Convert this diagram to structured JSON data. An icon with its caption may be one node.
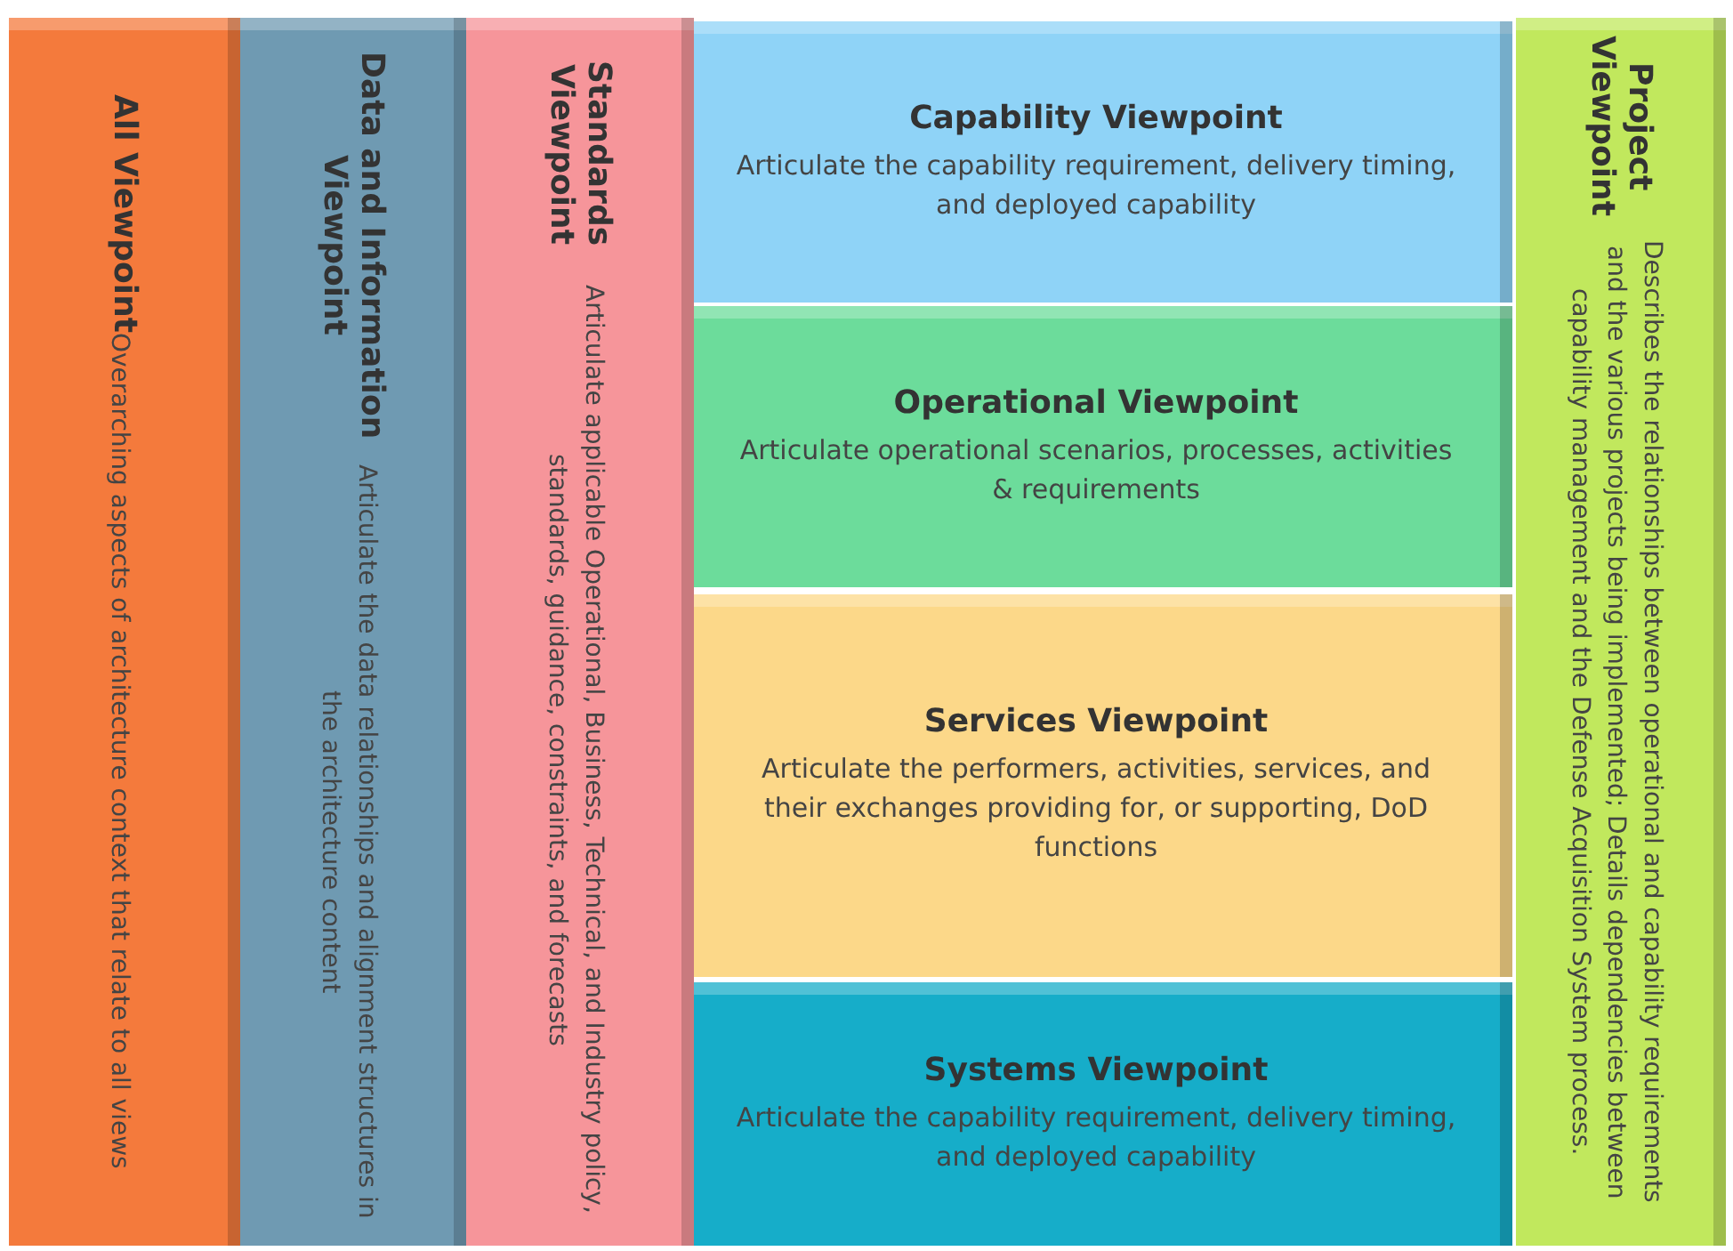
{
  "diagram": {
    "nodes": [
      {
        "text": [
          "All Viewpoint",
          "Overarching aspects of architecture context that relate to all views"
        ]
      },
      {
        "text": [
          "Data and Information Viewpoint",
          "Articulate the data relationships and alignment structures in the architecture content"
        ]
      },
      {
        "text": [
          "Standards Viewpoint",
          "Articulate applicable Operational, Business, Technical, and Industry policy, standards, guidance, constraints, and forecasts"
        ]
      },
      {
        "text": [
          "Capability Viewpoint",
          "Articulate the capability requirement, delivery timing, and deployed capability"
        ]
      },
      {
        "text": [
          "Operational Viewpoint",
          "Articulate operational scenarios, processes, activities & requirements"
        ]
      },
      {
        "text": [
          "Services Viewpoint",
          "Articulate the performers, activities, services, and their exchanges providing for, or supporting, DoD functions"
        ]
      },
      {
        "text": [
          "Systems Viewpoint",
          "Articulate the capability requirement, delivery timing, and deployed capability"
        ]
      },
      {
        "text": [
          "Project Viewpoint",
          "Describes the relationships between operational and capability requirements and the various projects being implemented; Details dependencies between capability management and the Defense Acquisition System process."
        ]
      }
    ]
  }
}
